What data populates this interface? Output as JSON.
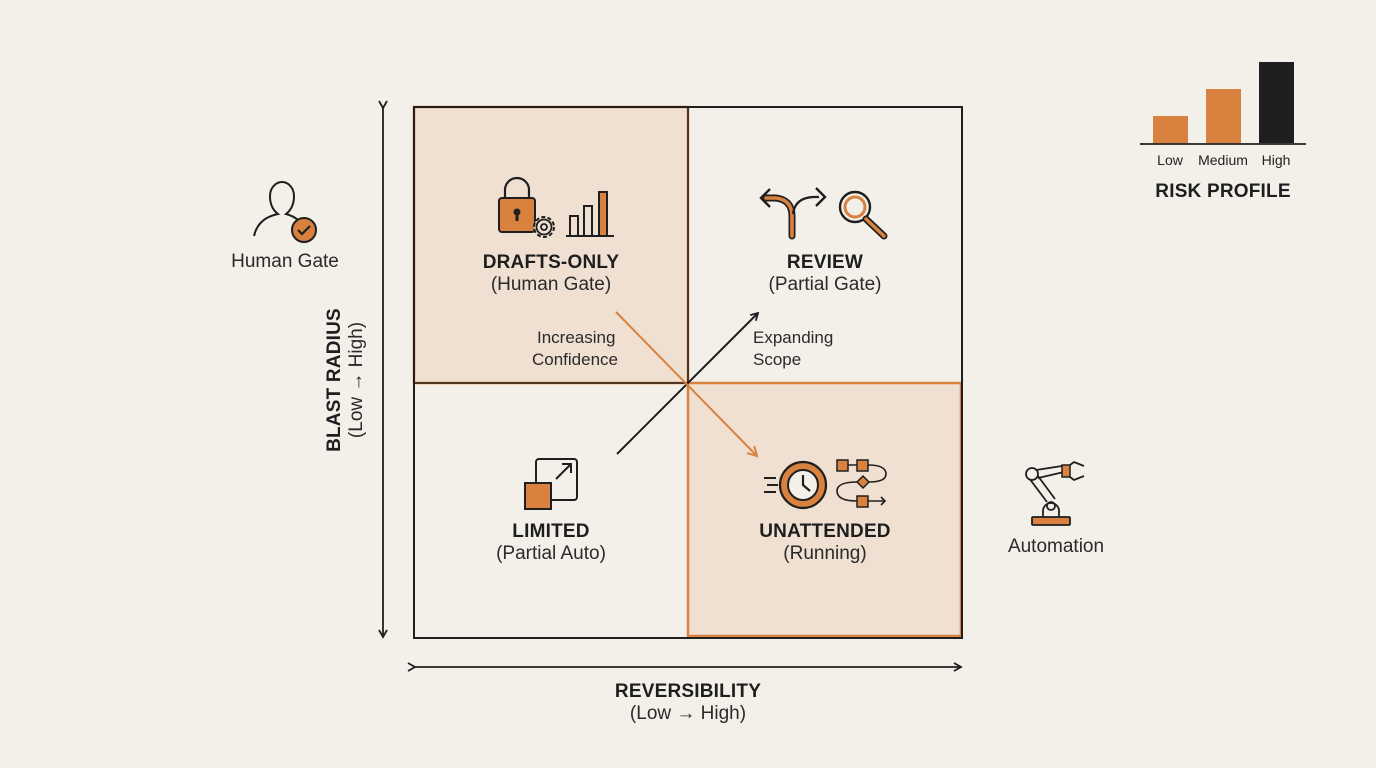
{
  "quadrants": {
    "top_left": {
      "title": "DRAFTS-ONLY",
      "subtitle": "(Human Gate)"
    },
    "top_right": {
      "title": "REVIEW",
      "subtitle": "(Partial Gate)"
    },
    "bottom_left": {
      "title": "LIMITED",
      "subtitle": "(Partial Auto)"
    },
    "bottom_right": {
      "title": "UNATTENDED",
      "subtitle": "(Running)"
    }
  },
  "arrow_labels": {
    "confidence": [
      "Increasing",
      "Confidence"
    ],
    "scope": [
      "Expanding",
      "Scope"
    ]
  },
  "axes": {
    "x": {
      "title": "REVERSIBILITY",
      "subtitle": "(Low → High)"
    },
    "y": {
      "title": "BLAST RADIUS",
      "subtitle": "(Low → High)"
    }
  },
  "side_labels": {
    "left": "Human Gate",
    "right": "Automation"
  },
  "risk_profile": {
    "title": "RISK PROFILE",
    "levels": [
      "Low",
      "Medium",
      "High"
    ],
    "values": [
      1,
      2,
      3
    ],
    "colors": [
      "#d9823f",
      "#d9823f",
      "#1f1f1f"
    ]
  },
  "colors": {
    "accent": "#d9823f",
    "highlight_fill": "#f0e0d2",
    "ink": "#1f1f1f",
    "background": "#f3f0ea"
  },
  "icons": {
    "top_left": [
      "lock-icon",
      "gear-icon",
      "bar-chart-icon"
    ],
    "top_right": [
      "fork-arrow-icon",
      "magnifier-icon"
    ],
    "bottom_left": [
      "expand-square-icon"
    ],
    "bottom_right": [
      "clock-icon",
      "workflow-icon"
    ],
    "left": "person-check-icon",
    "right": "robot-arm-icon"
  }
}
